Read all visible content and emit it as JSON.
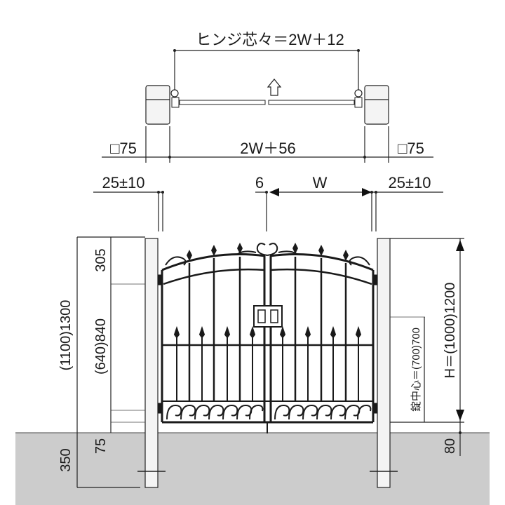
{
  "top_view": {
    "hinge_center": "ヒンジ芯々＝2W＋12",
    "post_left": "□75",
    "post_right": "□75",
    "overall_width": "2W＋56"
  },
  "elevation": {
    "offset_left": "25±10",
    "center_gap": "6",
    "leaf_width": "W",
    "offset_right": "25±10",
    "left_total": "(1100)1300",
    "left_top": "305",
    "left_middle": "(640)840",
    "left_bottom": "75",
    "ground_depth": "350",
    "lock_center": "錠中心＝(700)700",
    "height": "H＝(1000)1200",
    "right_bottom": "80"
  },
  "colors": {
    "ground": "#cccccc",
    "ink": "#1a1a1a",
    "post": "#f4f4f4"
  }
}
